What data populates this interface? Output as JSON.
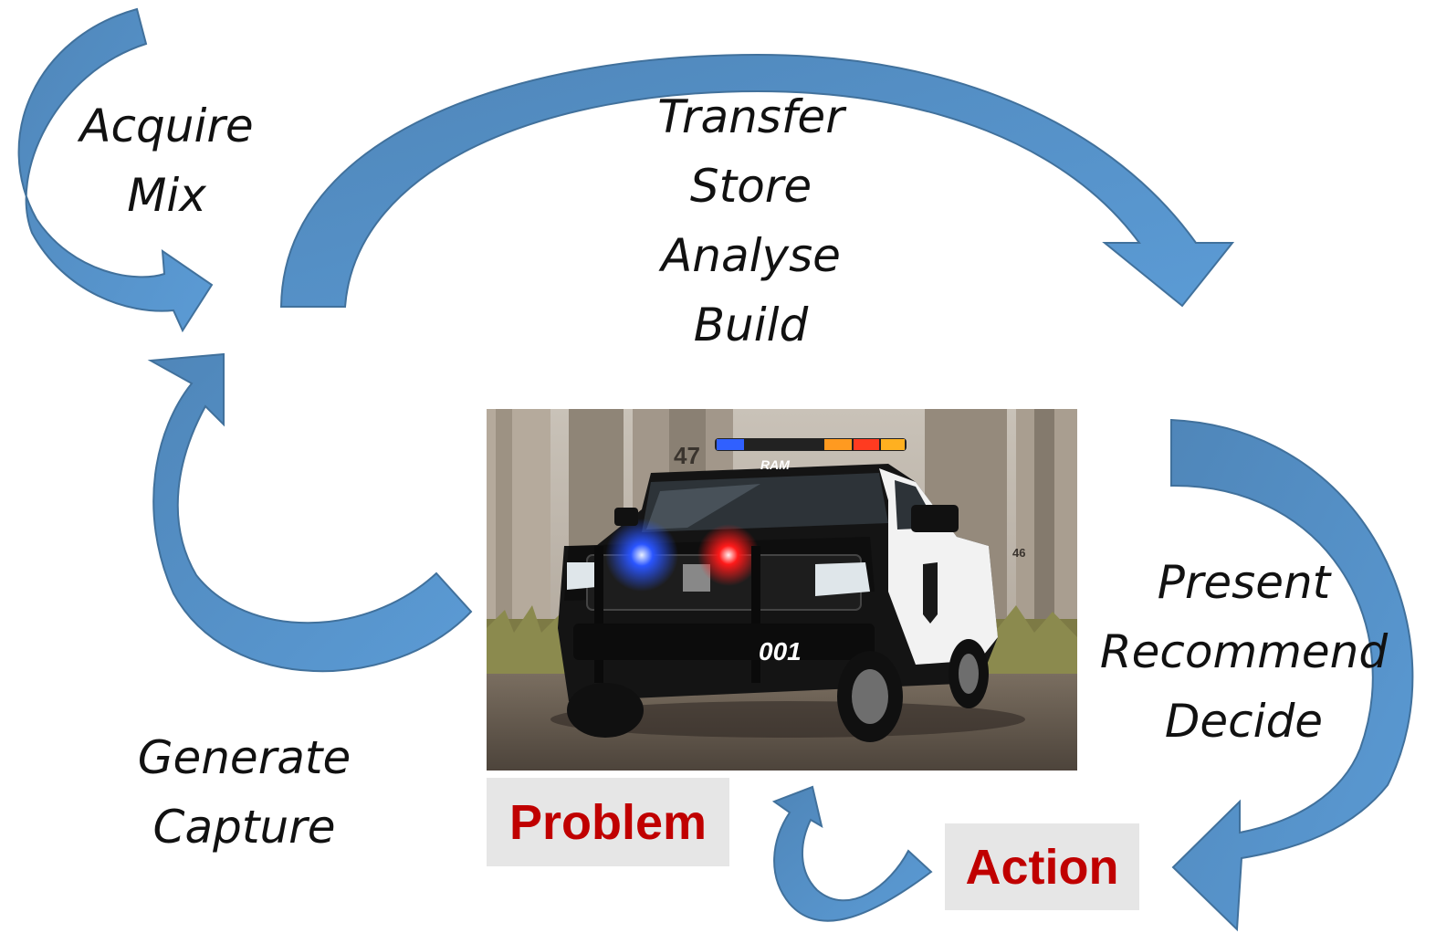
{
  "labels": {
    "acquire": [
      "Acquire",
      "Mix"
    ],
    "transfer": [
      "Transfer",
      "Store",
      "Analyse",
      "Build"
    ],
    "present": [
      "Present",
      "Recommend",
      "Decide"
    ],
    "generate": [
      "Generate",
      "Capture"
    ]
  },
  "tags": {
    "problem": "Problem",
    "action": "Action"
  },
  "photo": {
    "truck_number": "001",
    "brand": "RAM",
    "pillar_left": "47",
    "pillar_right": "46"
  },
  "colors": {
    "arrow_fill": "#5b9bd5",
    "arrow_edge": "#41719c",
    "tag_text": "#c00000",
    "tag_bg": "#e6e6e6"
  }
}
